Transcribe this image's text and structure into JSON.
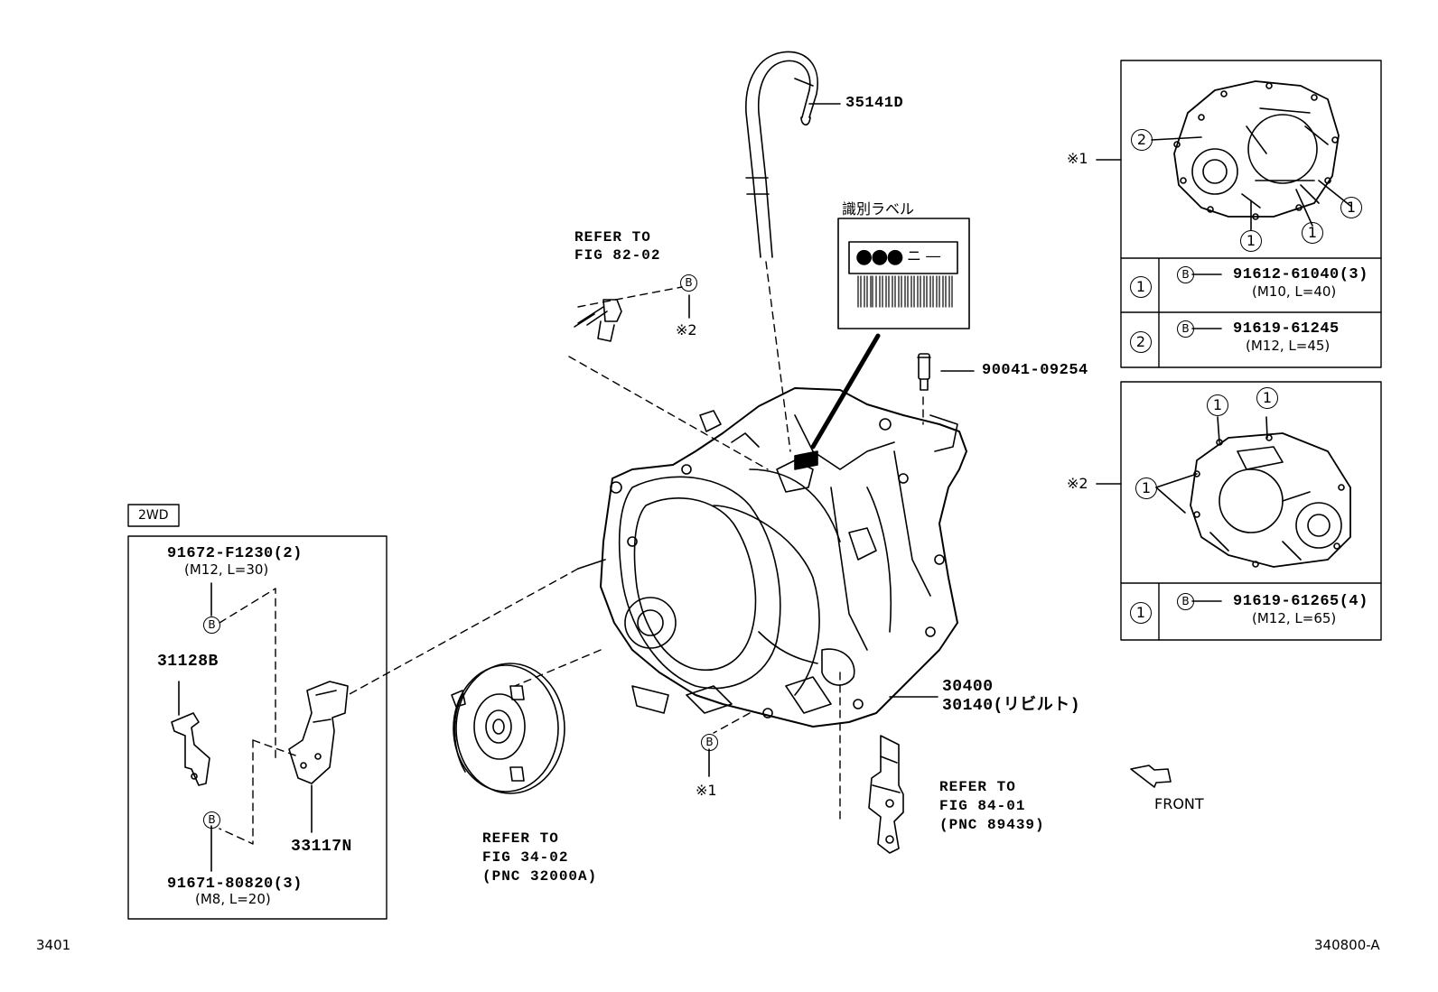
{
  "main": {
    "hose_part": "35141D",
    "plug_part": "90041-09254",
    "label_title": "識別ラベル",
    "label_dots": "●●●",
    "label_dash": "ニ ―",
    "ref_top": [
      "REFER TO",
      "FIG 82-02"
    ],
    "ref_torque": [
      "REFER TO",
      "FIG 34-02",
      "(PNC 32000A)"
    ],
    "ref_right": [
      "REFER TO",
      "FIG 84-01",
      "(PNC 89439)"
    ],
    "bolt_marker": "B",
    "mark_x2": "※2",
    "mark_x1": "※1",
    "trans_part_1": "30400",
    "trans_part_2": "30140(リビルト)",
    "front_label": "FRONT"
  },
  "inset_2wd": {
    "tag": "2WD",
    "bolt_top_part": "91672-F1230(2)",
    "bolt_top_spec": "(M12, L=30)",
    "bracket_left": "31128B",
    "bracket_right": "33117N",
    "bolt_bottom_part": "91671-80820(3)",
    "bolt_bottom_spec": "(M8, L=20)"
  },
  "detail_1": {
    "tag": "※1",
    "callouts": [
      "2",
      "1",
      "1",
      "1"
    ],
    "rows": [
      {
        "num": "1",
        "bolt": "B",
        "part": "91612-61040(3)",
        "spec": "(M10, L=40)"
      },
      {
        "num": "2",
        "bolt": "B",
        "part": "91619-61245",
        "spec": "(M12, L=45)"
      }
    ]
  },
  "detail_2": {
    "tag": "※2",
    "callouts": [
      "1",
      "1",
      "1"
    ],
    "rows": [
      {
        "num": "1",
        "bolt": "B",
        "part": "91619-61265(4)",
        "spec": "(M12, L=65)"
      }
    ]
  },
  "footer": {
    "page_code": "3401",
    "figure_code": "340800-A"
  }
}
